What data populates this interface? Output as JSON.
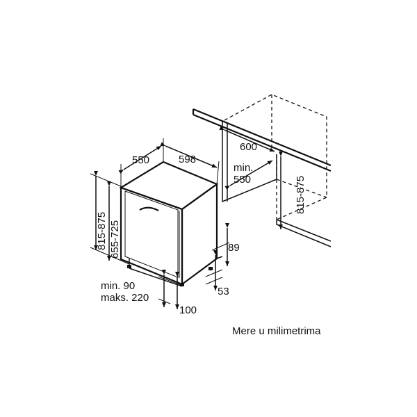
{
  "dimensions": {
    "depth": "550",
    "width": "598",
    "niche_width": "600",
    "niche_depth_min": "min.",
    "niche_depth_val": "550",
    "height_outer": "815-875",
    "height_inner": "655-725",
    "niche_height": "815-875",
    "plinth_height": "89",
    "foot_offset": "53",
    "plinth_min": "min. 90",
    "plinth_max": "maks. 220",
    "plinth_depth": "100"
  },
  "caption": "Mere u milimetrima"
}
